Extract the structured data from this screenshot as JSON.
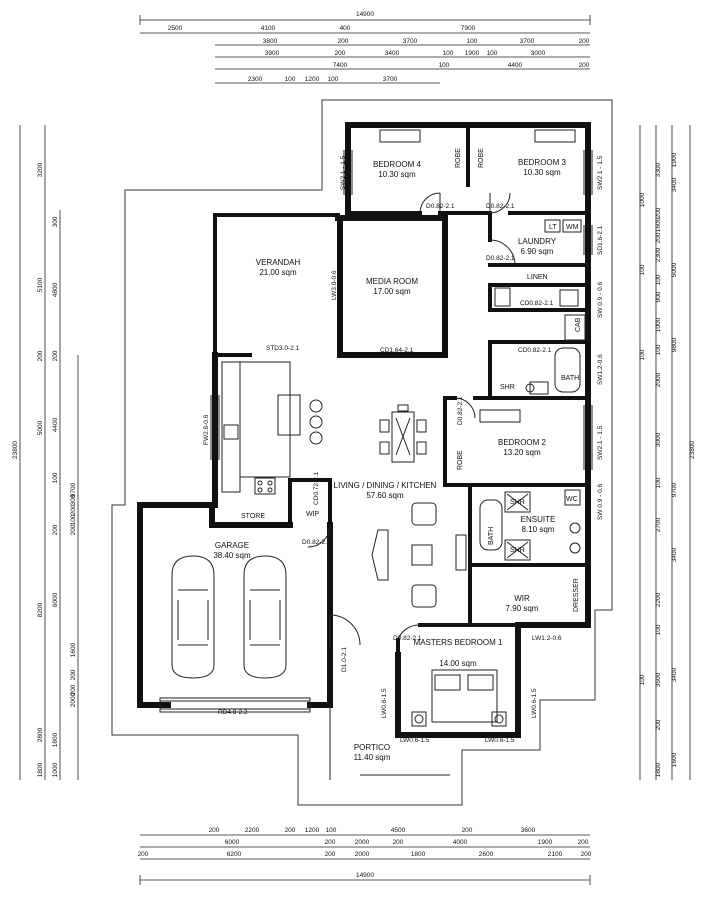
{
  "dims_top": {
    "total": "14900",
    "row1": [
      "2500",
      "4100",
      "400",
      "7900"
    ],
    "row2": [
      "3800",
      "200",
      "3700",
      "100",
      "3700",
      "200"
    ],
    "row3": [
      "3900",
      "200",
      "3400",
      "100",
      "1900",
      "100",
      "3000"
    ],
    "row4": [
      "7400",
      "100",
      "4400",
      "200"
    ],
    "row5": [
      "2300",
      "100",
      "1200",
      "100",
      "3700"
    ]
  },
  "dims_bottom": {
    "row1": [
      "200",
      "2200",
      "200",
      "1200",
      "100",
      "4500",
      "200",
      "3600"
    ],
    "row2": [
      "6000",
      "200",
      "2000",
      "200",
      "4000",
      "1900",
      "200"
    ],
    "row3": [
      "200",
      "6200",
      "200",
      "2000",
      "1800",
      "2600",
      "2100",
      "200"
    ],
    "total": "14900"
  },
  "dims_left": {
    "outer": "23800",
    "c1": [
      "3200",
      "5100",
      "200",
      "5000",
      "8200",
      "2800",
      "1800"
    ],
    "c2": [
      "300",
      "4800",
      "200",
      "4400",
      "100",
      "9700",
      "200",
      "6000",
      "1600",
      "200",
      "2000",
      "1800",
      "1000"
    ],
    "c3": [
      "300",
      "200",
      "100",
      "200",
      "200"
    ]
  },
  "dims_right": {
    "outer": "23800",
    "c1": [
      "1900",
      "3400",
      "5000",
      "9800",
      "9700",
      "3400",
      "3400",
      "1600"
    ],
    "c2": [
      "3300",
      "200",
      "1600",
      "200",
      "2300",
      "100",
      "900",
      "1000",
      "100",
      "2000",
      "3000",
      "100",
      "2700",
      "2200",
      "100",
      "3500",
      "200",
      "1800"
    ],
    "c3": [
      "1000",
      "100",
      "100",
      "100"
    ]
  },
  "rooms": [
    {
      "name": "BEDROOM 4",
      "area": "10.30 sqm"
    },
    {
      "name": "BEDROOM 3",
      "area": "10.30 sqm"
    },
    {
      "name": "VERANDAH",
      "area": "21.00 sqm"
    },
    {
      "name": "MEDIA ROOM",
      "area": "17.00 sqm"
    },
    {
      "name": "LAUNDRY",
      "area": "6.90 sqm"
    },
    {
      "name": "BEDROOM 2",
      "area": "13.20 sqm"
    },
    {
      "name": "LIVING / DINING / KITCHEN",
      "area": "57.60 sqm"
    },
    {
      "name": "ENSUITE",
      "area": "8.10 sqm"
    },
    {
      "name": "GARAGE",
      "area": "38.40 sqm"
    },
    {
      "name": "WIR",
      "area": "7.90 sqm"
    },
    {
      "name": "MASTERS BEDROOM 1",
      "area": "14.00 sqm"
    },
    {
      "name": "PORTICO",
      "area": "11.40 sqm"
    }
  ],
  "labels": {
    "robe": "ROBE",
    "linen": "LINEN",
    "cab": "CAB",
    "bath": "BATH",
    "shr": "SHR",
    "store": "STORE",
    "wip": "WIP",
    "dresser": "DRESSER",
    "lt": "LT",
    "wm": "WM",
    "wc": "WC"
  },
  "codes": {
    "sw_bed4": "SW2.1 - 1.5",
    "sw_bed3": "SW2.1 - 1.5",
    "d_bed4": "D0.82-2.1",
    "d_bed3": "D0.82-2.1",
    "sd_laundry": "SD1.6-2.1",
    "d_laundry": "D0.82-2.1",
    "cd_linen": "CD0.82-2.1",
    "sw_linen": "SW 0.9 - 0.6",
    "lw_media": "LW3.0-0.6",
    "std_verandah": "STD3.0-2.1",
    "cd_media": "CD1.64-2.1",
    "cd_bath": "CD0.82-2.1",
    "sw_bath": "SW1.2-0.6",
    "d_bed2": "D0.82-2.1",
    "sw_bed2": "SW2.1 - 1.5",
    "fw_kitchen": "FW2.8-0.6",
    "cd_wip": "CD0.72-2.1",
    "sw_ensuite": "SW 0.9 - 0.6",
    "d_garage": "D0.82-2.1",
    "d_master": "D0.82-2.1",
    "lw_wir": "LW1.2-0.6",
    "d_entry": "D1.0-2.1",
    "lw_portico": "LW0.6-1.5",
    "lw_master_r": "LW0.6-1.5",
    "lw_master_b1": "LW0.6-1.5",
    "lw_master_b2": "LW0.6-1.5",
    "rd_garage": "RD4.8-2.2"
  }
}
